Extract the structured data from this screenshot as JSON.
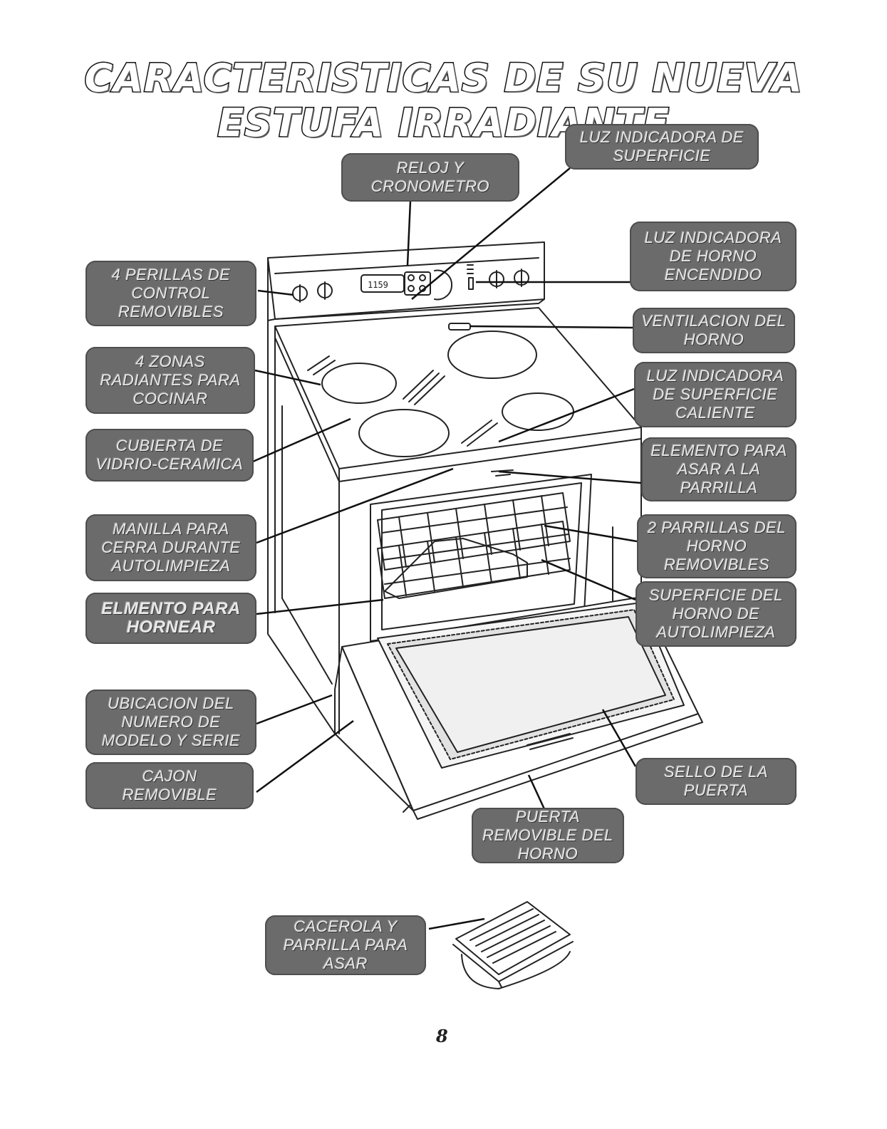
{
  "title": "CARACTERISTICAS DE SU NUEVA ESTUFA IRRADIANTE",
  "clock_display": "1159",
  "page_number": "8",
  "labels": {
    "reloj": "RELOJ Y\nCRONOMETRO",
    "luz_superficie": "LUZ INDICADORA DE\nSUPERFICIE",
    "perillas": "4 PERILLAS DE\nCONTROL\nREMOVIBLES",
    "luz_horno": "LUZ INDICADORA\nDE HORNO\nENCENDIDO",
    "ventilacion": "VENTILACION DEL\nHORNO",
    "zonas": "4 ZONAS\nRADIANTES PARA\nCOCINAR",
    "luz_caliente": "LUZ INDICADORA\nDE SUPERFICIE\nCALIENTE",
    "cubierta": "CUBIERTA DE\nVIDRIO-CERAMICA",
    "asar_elemento": "ELEMENTO PARA\nASAR A LA\nPARRILLA",
    "manilla": "MANILLA PARA\nCERRA DURANTE\nAUTOLIMPIEZA",
    "parrillas": "2 PARRILLAS DEL\nHORNO\nREMOVIBLES",
    "hornear": "ELMENTO PARA\nHORNEAR",
    "superficie_horno": "SUPERFICIE DEL\nHORNO DE\nAUTOLIMPIEZA",
    "ubicacion": "UBICACION DEL\nNUMERO DE\nMODELO Y SERIE",
    "cajon": "CAJON\nREMOVIBLE",
    "sello": "SELLO DE LA\nPUERTA",
    "puerta": "PUERTA\nREMOVIBLE DEL\nHORNO",
    "cacerola": "CACEROLA Y\nPARRILLA PARA\nASAR"
  }
}
